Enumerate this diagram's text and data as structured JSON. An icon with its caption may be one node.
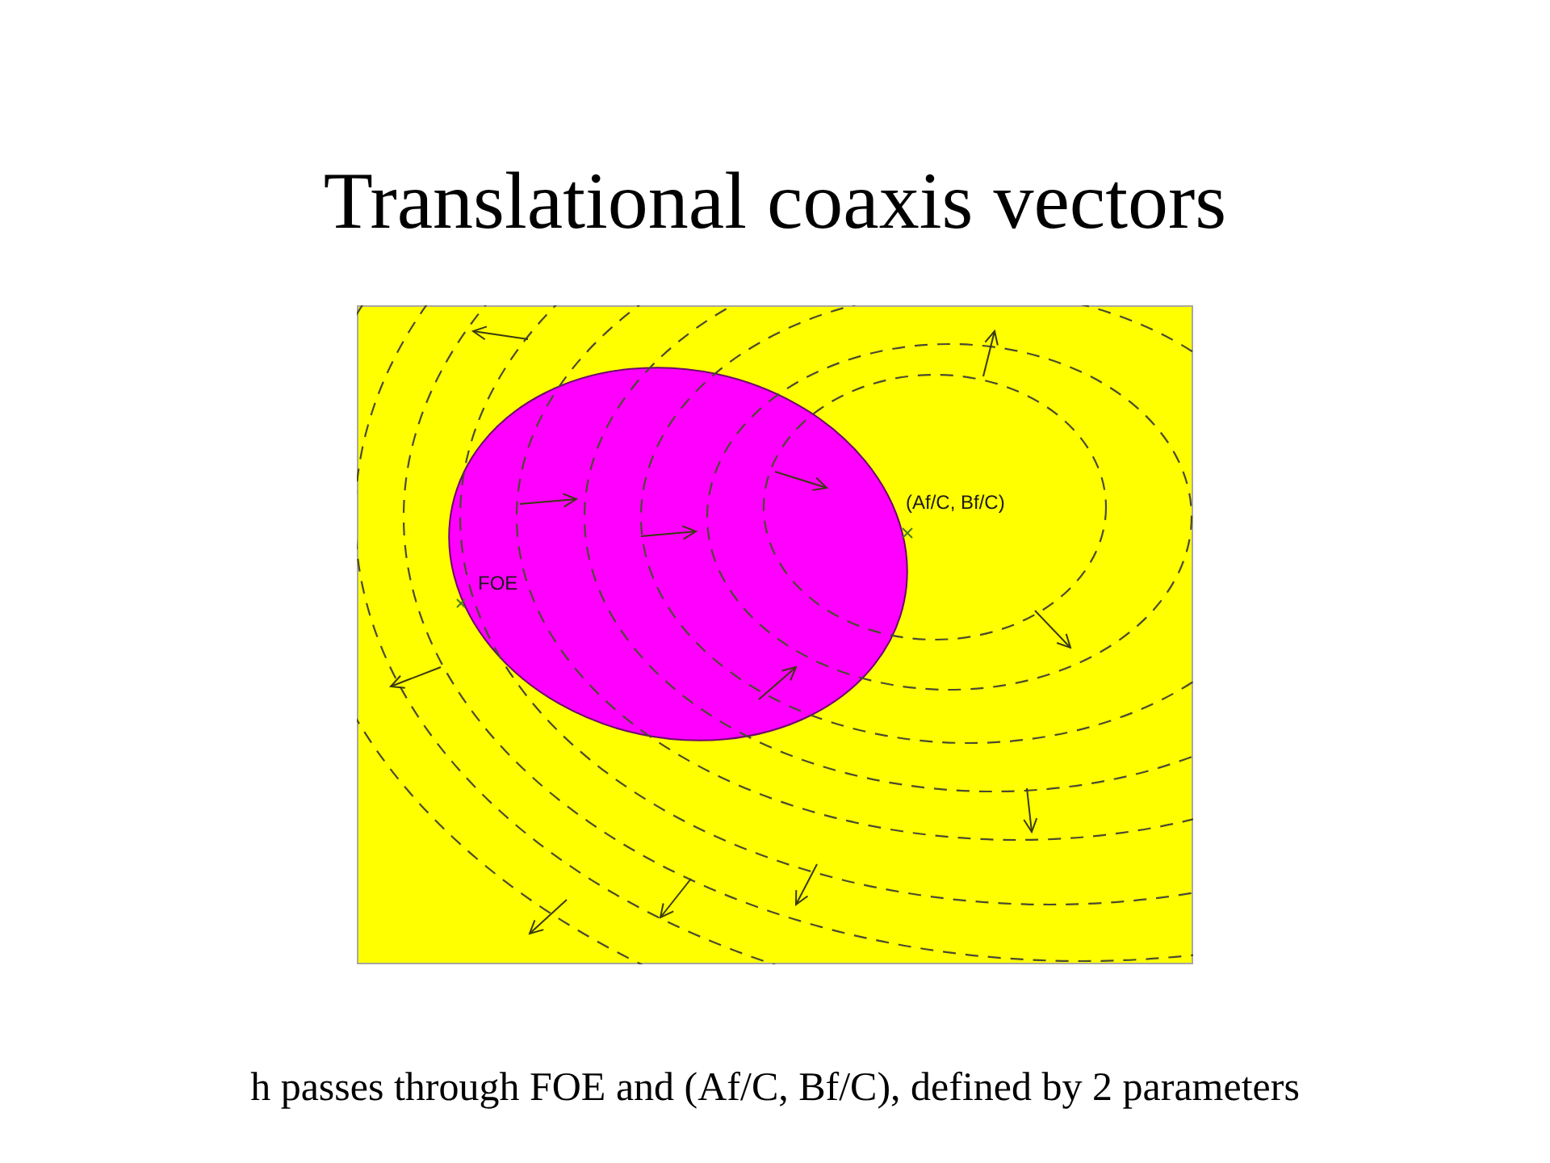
{
  "diagram": {
    "title": "Translational coaxis vectors",
    "caption": "h passes through FOE and (Af/C, Bf/C), defined by 2 parameters",
    "labels": [
      "FOE",
      "(Af/C, Bf/C)"
    ]
  }
}
